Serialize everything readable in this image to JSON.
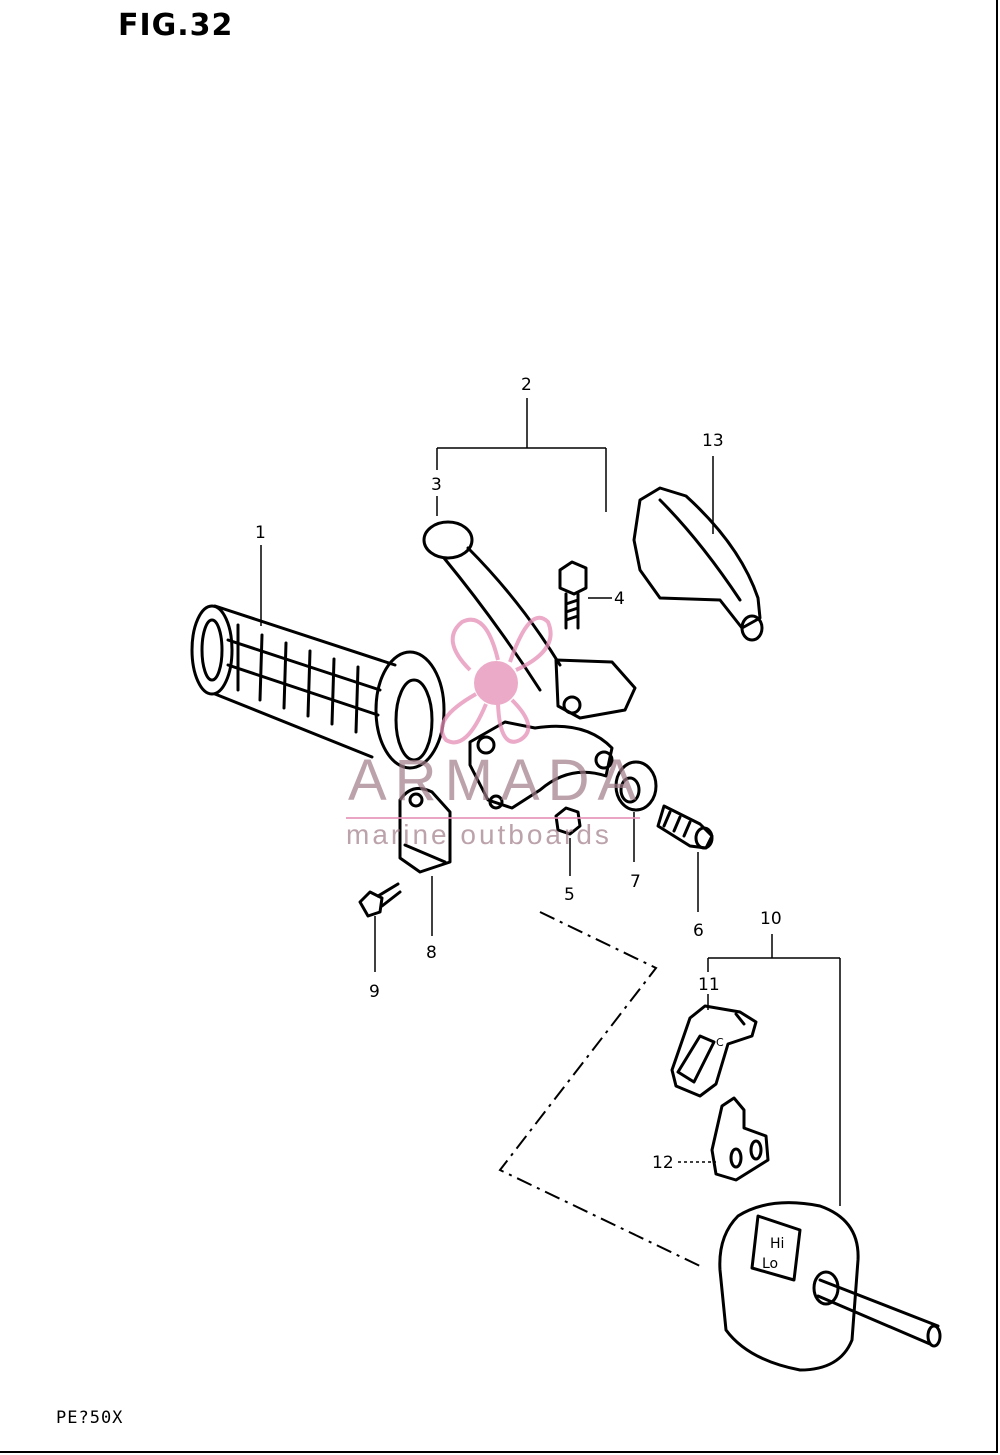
{
  "figure": {
    "title": "FIG.32",
    "model": "PE?50X"
  },
  "watermark": {
    "brand": "ARMADA",
    "tagline": "marine outboards",
    "color": "#e58fb6"
  },
  "callouts": [
    "1",
    "2",
    "3",
    "4",
    "5",
    "6",
    "7",
    "8",
    "9",
    "10",
    "11",
    "12",
    "13"
  ],
  "switch_labels": {
    "hi": "Hi",
    "lo": "Lo",
    "small": "C"
  }
}
